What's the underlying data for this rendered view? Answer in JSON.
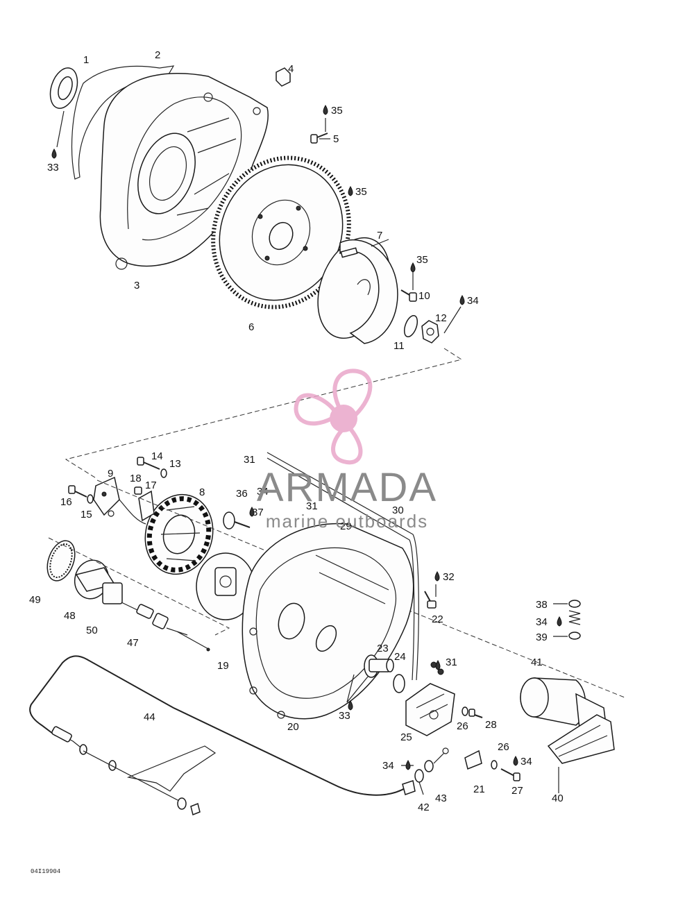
{
  "labels": [
    {
      "id": "1",
      "text": "1"
    },
    {
      "id": "2",
      "text": "2"
    },
    {
      "id": "3",
      "text": "3"
    },
    {
      "id": "4",
      "text": "4"
    },
    {
      "id": "5",
      "text": "5"
    },
    {
      "id": "6",
      "text": "6"
    },
    {
      "id": "7",
      "text": "7"
    },
    {
      "id": "8",
      "text": "8"
    },
    {
      "id": "9",
      "text": "9"
    },
    {
      "id": "10",
      "text": "10"
    },
    {
      "id": "11",
      "text": "11"
    },
    {
      "id": "12",
      "text": "12"
    },
    {
      "id": "13",
      "text": "13"
    },
    {
      "id": "14",
      "text": "14"
    },
    {
      "id": "15",
      "text": "15"
    },
    {
      "id": "16",
      "text": "16"
    },
    {
      "id": "17",
      "text": "17"
    },
    {
      "id": "18",
      "text": "18"
    },
    {
      "id": "19",
      "text": "19"
    },
    {
      "id": "20",
      "text": "20"
    },
    {
      "id": "21",
      "text": "21"
    },
    {
      "id": "22",
      "text": "22"
    },
    {
      "id": "23",
      "text": "23"
    },
    {
      "id": "24",
      "text": "24"
    },
    {
      "id": "25",
      "text": "25"
    },
    {
      "id": "26a",
      "text": "26"
    },
    {
      "id": "26b",
      "text": "26"
    },
    {
      "id": "27",
      "text": "27"
    },
    {
      "id": "28",
      "text": "28"
    },
    {
      "id": "29",
      "text": "29"
    },
    {
      "id": "30",
      "text": "30"
    },
    {
      "id": "31a",
      "text": "31"
    },
    {
      "id": "31b",
      "text": "31"
    },
    {
      "id": "31c",
      "text": "31"
    },
    {
      "id": "32",
      "text": "32"
    },
    {
      "id": "33a",
      "text": "33"
    },
    {
      "id": "33b",
      "text": "33"
    },
    {
      "id": "34a",
      "text": "34"
    },
    {
      "id": "34b",
      "text": "34"
    },
    {
      "id": "34c",
      "text": "34"
    },
    {
      "id": "34d",
      "text": "34"
    },
    {
      "id": "34e",
      "text": "34"
    },
    {
      "id": "35a",
      "text": "35"
    },
    {
      "id": "35b",
      "text": "35"
    },
    {
      "id": "35c",
      "text": "35"
    },
    {
      "id": "36",
      "text": "36"
    },
    {
      "id": "37",
      "text": "37"
    },
    {
      "id": "38",
      "text": "38"
    },
    {
      "id": "39",
      "text": "39"
    },
    {
      "id": "40",
      "text": "40"
    },
    {
      "id": "41",
      "text": "41"
    },
    {
      "id": "42",
      "text": "42"
    },
    {
      "id": "43",
      "text": "43"
    },
    {
      "id": "44",
      "text": "44"
    },
    {
      "id": "47",
      "text": "47"
    },
    {
      "id": "48",
      "text": "48"
    },
    {
      "id": "49",
      "text": "49"
    },
    {
      "id": "50",
      "text": "50"
    }
  ],
  "watermark": {
    "brand": "ARMADA",
    "tagline": "marine outboards",
    "color": "#e9a6c9",
    "text_color": "#8a8a8a"
  },
  "drawing_code": "04I19904"
}
